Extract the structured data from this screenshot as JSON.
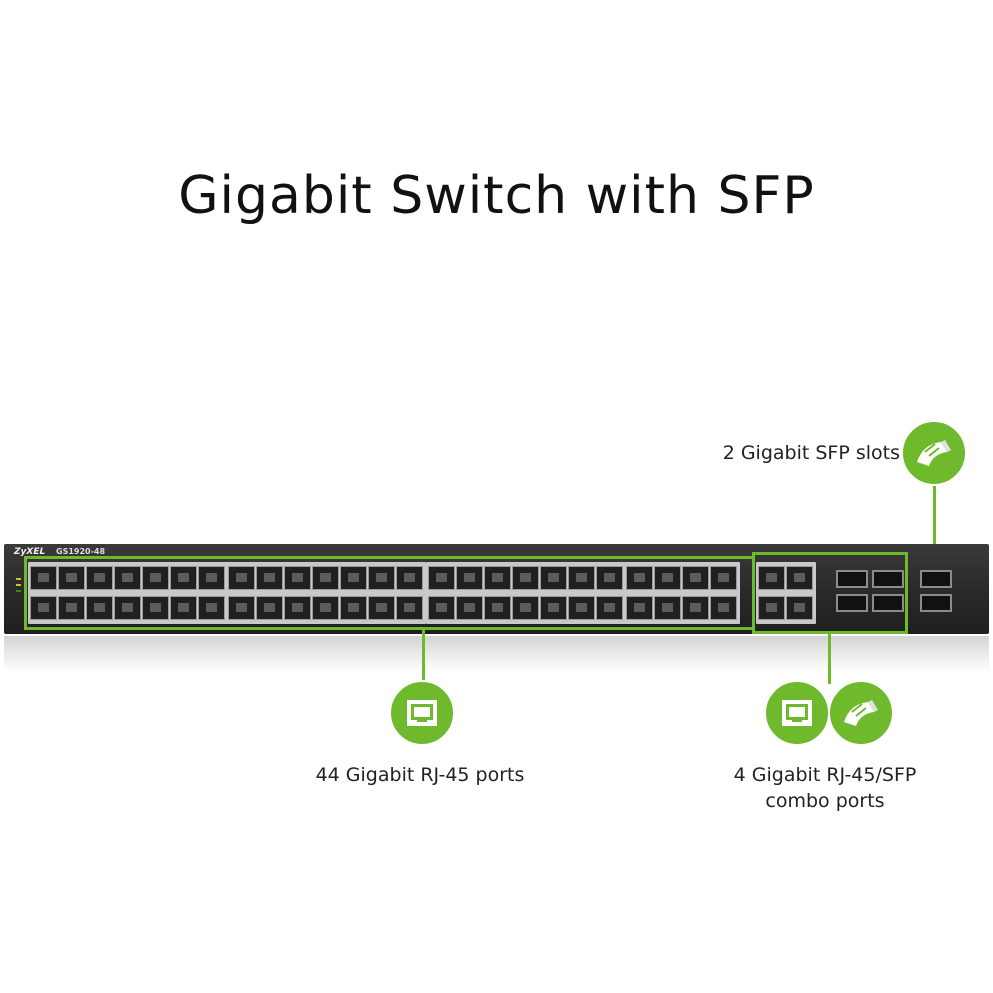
{
  "title": "Gigabit Switch with SFP",
  "switch": {
    "brand": "ZyXEL",
    "model": "GS1920-48"
  },
  "callouts": {
    "sfp_slots": {
      "text": "2 Gigabit SFP slots",
      "icon": "sfp-module-icon"
    },
    "rj45_ports": {
      "text": "44 Gigabit RJ-45 ports",
      "icon": "rj45-port-icon"
    },
    "combo_ports": {
      "line1": "4 Gigabit RJ-45/SFP",
      "line2": "combo ports",
      "icons": [
        "rj45-port-icon",
        "sfp-module-icon"
      ]
    }
  },
  "colors": {
    "accent": "#6fba2c",
    "chassis": "#2c2c2c"
  }
}
